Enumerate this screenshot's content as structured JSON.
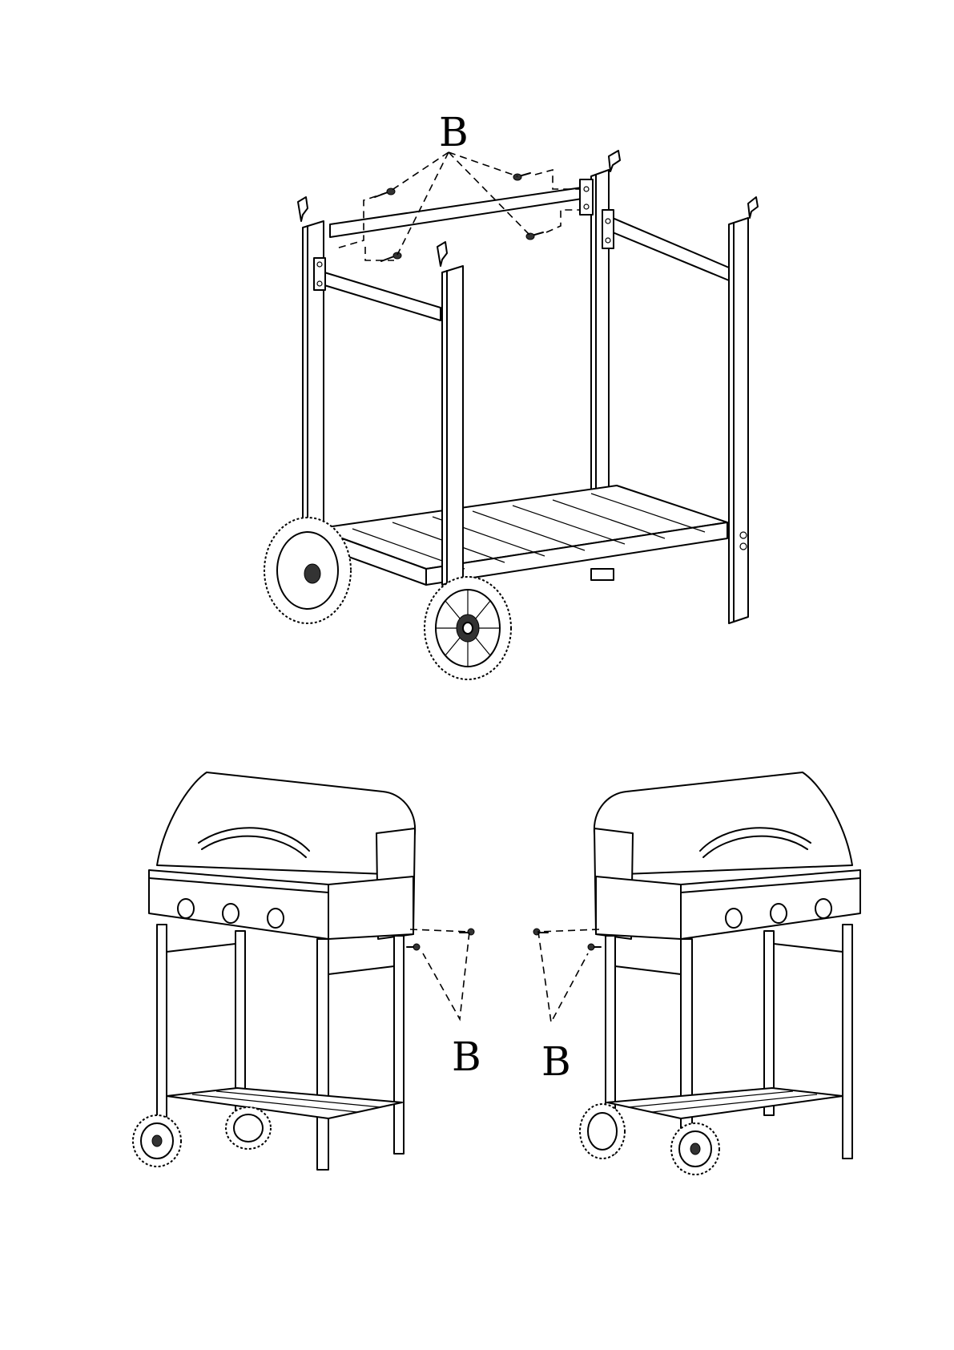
{
  "diagram": {
    "part_label": "B",
    "figures": [
      {
        "id": "frame-assembly",
        "callout": "B"
      },
      {
        "id": "grill-left-view",
        "callout": "B"
      },
      {
        "id": "grill-right-view",
        "callout": "B"
      }
    ]
  }
}
